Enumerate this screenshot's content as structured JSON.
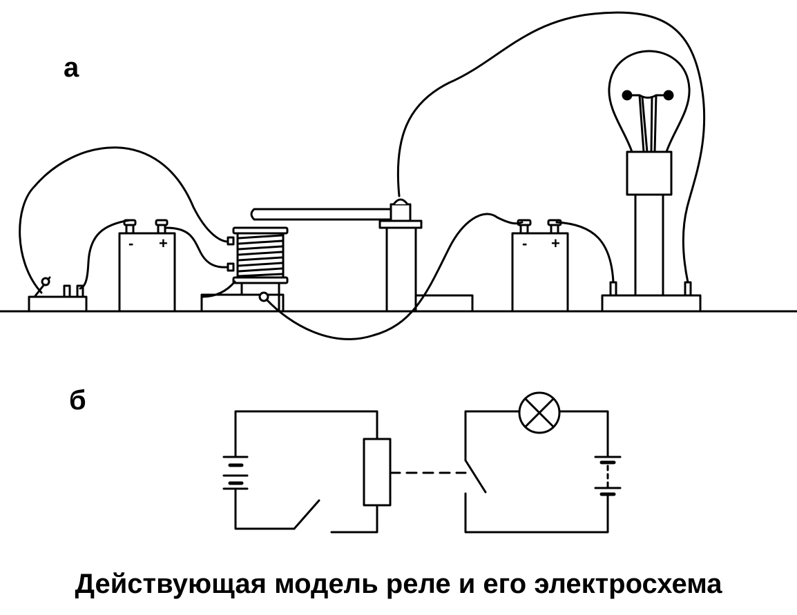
{
  "labels": {
    "panel_a": "а",
    "panel_b": "б"
  },
  "battery_left": {
    "minus": "-",
    "plus": "+"
  },
  "battery_right": {
    "minus": "-",
    "plus": "+"
  },
  "caption": "Действующая модель реле и его электросхема",
  "colors": {
    "ink": "#000000",
    "background": "#ffffff"
  }
}
